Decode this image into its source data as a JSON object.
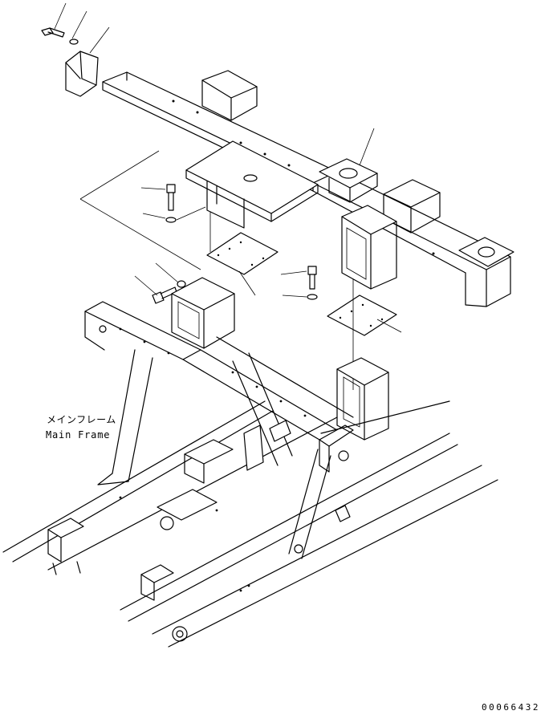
{
  "diagram": {
    "part_label_japanese": "メインフレーム",
    "part_label_english": "Main Frame",
    "drawing_number": "00066432"
  },
  "colors": {
    "line": "#000000",
    "background": "#ffffff"
  }
}
